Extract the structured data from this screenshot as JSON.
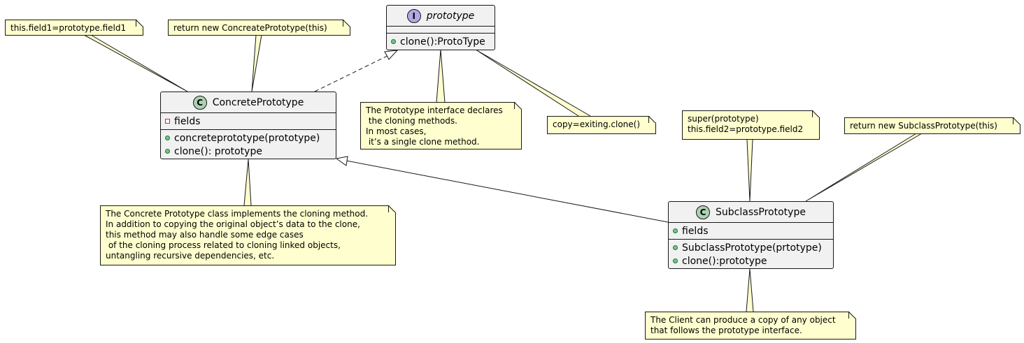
{
  "classes": {
    "prototype": {
      "stereotype": "I",
      "name": "prototype",
      "fields": [],
      "methods": [
        "clone():ProtoType"
      ]
    },
    "concrete": {
      "stereotype": "C",
      "name": "ConcretePrototype",
      "fields": [
        "fields"
      ],
      "methods": [
        "concreteprototype(prototype)",
        "clone(): prototype"
      ]
    },
    "subclass": {
      "stereotype": "C",
      "name": "SubclassPrototype",
      "fields": [
        "fields"
      ],
      "methods": [
        "SubclassPrototype(prtotype)",
        "clone():prototype"
      ]
    }
  },
  "notes": {
    "field1": [
      "this.field1=prototype.field1"
    ],
    "return_concrete": [
      "return new ConcreatePrototype(this)"
    ],
    "interface": [
      "The Prototype interface declares",
      " the cloning methods.",
      "In most cases,",
      " it’s a single clone method."
    ],
    "copy": [
      "copy=exiting.clone()"
    ],
    "super": [
      "super(prototype)",
      "this.field2=prototype.field2"
    ],
    "return_subclass": [
      "return new SubclassPrototype(this)"
    ],
    "concrete_desc": [
      "The Concrete Prototype class implements the cloning method.",
      "In addition to copying the original object’s data to the clone,",
      "this method may also handle some edge cases",
      " of the cloning process related to cloning linked objects,",
      "untangling recursive dependencies, etc."
    ],
    "client": [
      "The Client can produce a copy of any object",
      "that follows the prototype interface."
    ]
  },
  "colors": {
    "note_bg": "#fefece",
    "class_bg": "#f1f1f1",
    "border": "#181818",
    "class_icon": "#add1b2",
    "interface_icon": "#b4a7e5"
  }
}
